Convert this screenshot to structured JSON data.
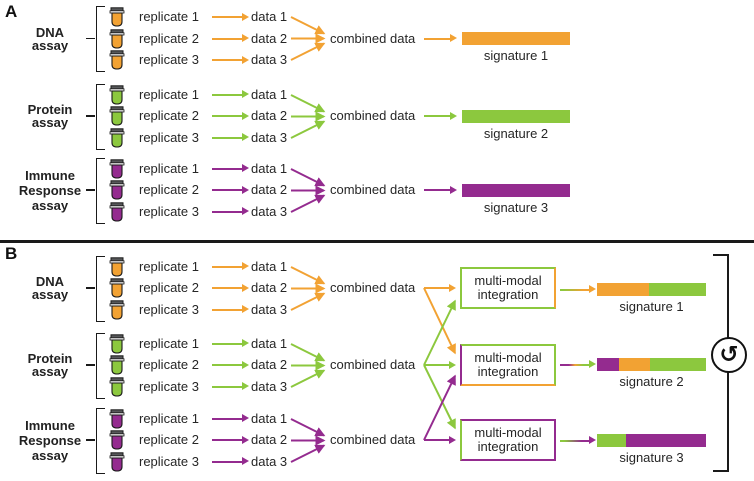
{
  "colors": {
    "orange": "#F2A233",
    "green": "#8CC83E",
    "purple": "#942B8F",
    "text": "#262626",
    "outline": "#1a1a1a",
    "tube_cap": "#57585A",
    "background": "#ffffff"
  },
  "shared": {
    "replicates": [
      "replicate 1",
      "replicate 2",
      "replicate 3"
    ],
    "data": [
      "data 1",
      "data 2",
      "data 3"
    ],
    "combined": "combined data"
  },
  "panel_a": {
    "label": "A",
    "groups": [
      {
        "assay": "DNA assay",
        "assay_lines": [
          "DNA",
          "assay"
        ],
        "color": "orange",
        "signature": {
          "label": "signature 1",
          "segments": [
            {
              "color": "orange",
              "pct": 100
            }
          ]
        }
      },
      {
        "assay": "Protein assay",
        "assay_lines": [
          "Protein",
          "assay"
        ],
        "color": "green",
        "signature": {
          "label": "signature 2",
          "segments": [
            {
              "color": "green",
              "pct": 100
            }
          ]
        }
      },
      {
        "assay": "Immune Response assay",
        "assay_lines": [
          "Immune",
          "Response",
          "assay"
        ],
        "color": "purple",
        "signature": {
          "label": "signature 3",
          "segments": [
            {
              "color": "purple",
              "pct": 100
            }
          ]
        }
      }
    ]
  },
  "panel_b": {
    "label": "B",
    "groups": [
      {
        "assay": "DNA assay",
        "assay_lines": [
          "DNA",
          "assay"
        ],
        "color": "orange"
      },
      {
        "assay": "Protein assay",
        "assay_lines": [
          "Protein",
          "assay"
        ],
        "color": "green"
      },
      {
        "assay": "Immune Response assay",
        "assay_lines": [
          "Immune",
          "Response",
          "assay"
        ],
        "color": "purple"
      }
    ],
    "integration_boxes": [
      {
        "label": [
          "multi-modal",
          "integration"
        ],
        "border": {
          "top": "green",
          "right": "orange",
          "bottom": "green",
          "left": "green"
        }
      },
      {
        "label": [
          "multi-modal",
          "integration"
        ],
        "border": {
          "top": "green",
          "right": "green",
          "bottom": "orange",
          "left": "purple"
        }
      },
      {
        "label": [
          "multi-modal",
          "integration"
        ],
        "border": {
          "top": "purple",
          "right": "purple",
          "bottom": "purple",
          "left": "green"
        }
      }
    ],
    "signatures": [
      {
        "label": "signature 1",
        "arrow_colors": [
          "green",
          "orange"
        ],
        "segments": [
          {
            "color": "orange",
            "pct": 48
          },
          {
            "color": "green",
            "pct": 52
          }
        ]
      },
      {
        "label": "signature 2",
        "arrow_colors": [
          "purple",
          "orange",
          "green"
        ],
        "segments": [
          {
            "color": "purple",
            "pct": 20
          },
          {
            "color": "orange",
            "pct": 29
          },
          {
            "color": "green",
            "pct": 51
          }
        ]
      },
      {
        "label": "signature 3",
        "arrow_colors": [
          "green",
          "purple"
        ],
        "segments": [
          {
            "color": "green",
            "pct": 27
          },
          {
            "color": "purple",
            "pct": 73
          }
        ]
      }
    ],
    "cycle_icon": "↺"
  }
}
